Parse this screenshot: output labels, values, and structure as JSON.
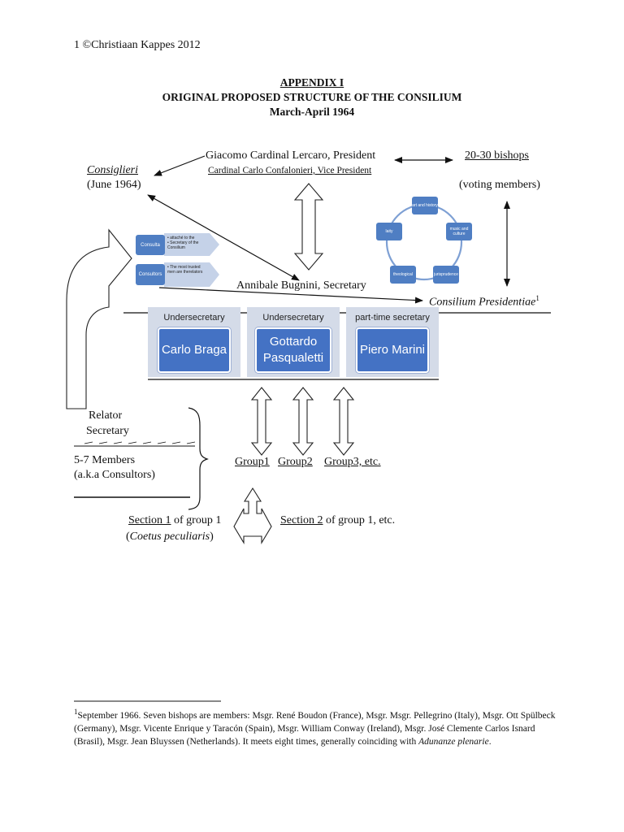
{
  "header": {
    "footnote_ref": "1",
    "copyright": "©Christiaan Kappes 2012"
  },
  "title": {
    "line1": "APPENDIX I",
    "line2": "ORIGINAL PROPOSED  STRUCTURE OF THE CONSILIUM",
    "line3": "March-April 1964"
  },
  "president": {
    "name": "Giacomo Cardinal Lercaro, President",
    "vice": "Cardinal Carlo Confalonieri, Vice President"
  },
  "bishops": {
    "count": "20-30 bishops",
    "note": "(voting members)"
  },
  "consiglieri": {
    "label": "Consiglieri",
    "date": "(June 1964)"
  },
  "cycle": {
    "nodes": [
      "art and history",
      "music and culture",
      "jurisprudence",
      "theological",
      "laity"
    ]
  },
  "mini_chart": {
    "rows": [
      {
        "button": "Consulta",
        "bullets": [
          "attaché to the",
          "Secretary of the Consilium"
        ]
      },
      {
        "button": "Consultors",
        "bullets": [
          "The most trusted men are therelators"
        ]
      }
    ]
  },
  "secretary": "Annibale Bugnini, Secretary",
  "presidentiae": {
    "label": "Consilium  Presidentiae",
    "sup": "1"
  },
  "undersecretaries": [
    {
      "heading": "Undersecretary",
      "name": "Carlo Braga"
    },
    {
      "heading": "Undersecretary",
      "name": "Gottardo Pasqualetti"
    },
    {
      "heading": "part-time  secretary",
      "name": "Piero Marini"
    }
  ],
  "group_structure": {
    "relator": "Relator",
    "secretary": "Secretary",
    "members": "5-7 Members",
    "members_note": "(a.k.a Consultors)"
  },
  "groups": [
    "Group1",
    "Group2",
    "Group3, etc."
  ],
  "sections": {
    "left_label": "Section 1",
    "left_suffix": " of group 1",
    "left_note": "Coetus peculiaris",
    "right_label": "Section 2",
    "right_suffix": " of group 1, etc."
  },
  "footnote": {
    "number": "1",
    "text": "September 1966. Seven bishops are members: Msgr. René Boudon (France), Msgr. Msgr. Pellegrino (Italy), Msgr. Ott Spülbeck (Germany), Msgr. Vicente Enrique y Taracón (Spain), Msgr. William Conway (Ireland), Msgr. José Clemente Carlos Isnard (Brasil), Msgr. Jean Bluyssen (Netherlands). It meets eight times, generally coinciding with",
    "italic_end": "Adunanze plenarie",
    "end": "."
  }
}
